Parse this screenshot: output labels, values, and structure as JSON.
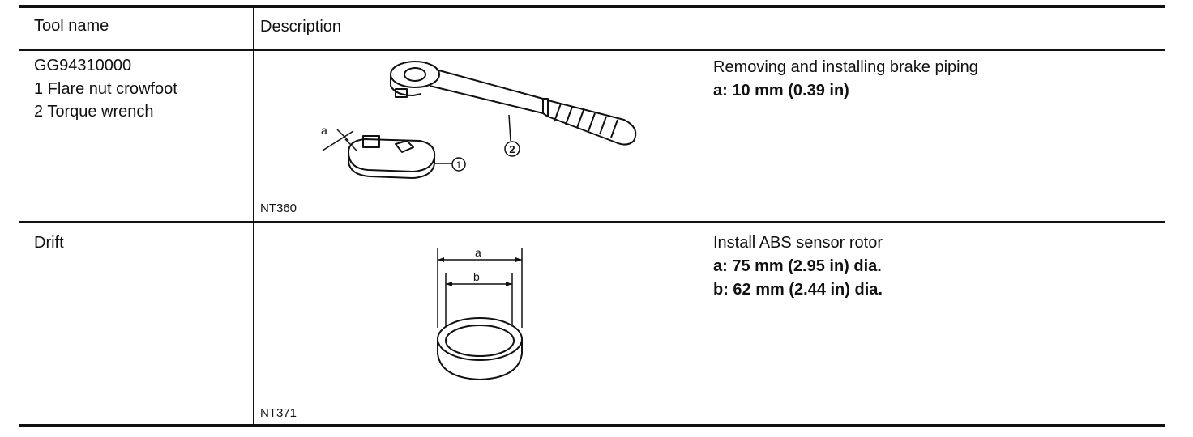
{
  "table": {
    "headers": {
      "tool_name": "Tool name",
      "description": "Description"
    },
    "rows": [
      {
        "tool_name_lines": [
          "GG94310000",
          "1 Flare nut crowfoot",
          "2 Torque wrench"
        ],
        "image_code": "NT360",
        "callouts": {
          "dim": "a",
          "part1": "1",
          "part2": "2"
        },
        "description": "Removing and installing brake piping",
        "specs": [
          "a: 10 mm (0.39 in)"
        ]
      },
      {
        "tool_name_lines": [
          "Drift"
        ],
        "image_code": "NT371",
        "callouts": {
          "dim_a": "a",
          "dim_b": "b"
        },
        "description": "Install ABS sensor rotor",
        "specs": [
          "a: 75 mm (2.95 in) dia.",
          "b: 62 mm (2.44 in) dia."
        ]
      }
    ]
  }
}
